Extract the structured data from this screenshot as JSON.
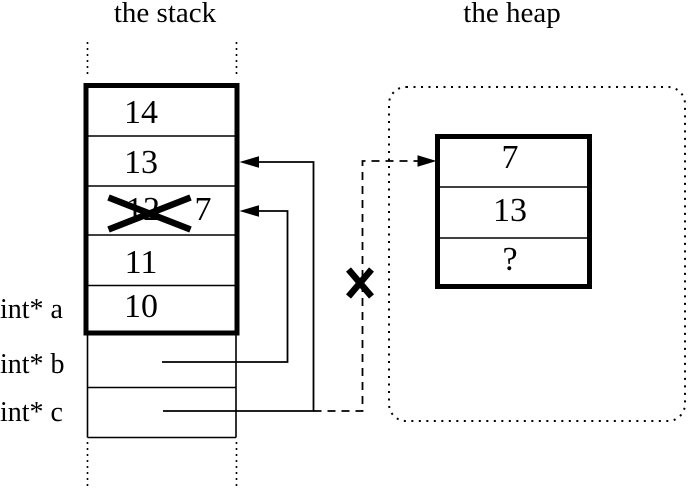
{
  "diagram": {
    "stack": {
      "title": "the stack",
      "cells": [
        {
          "value": "14"
        },
        {
          "value": "13"
        },
        {
          "old_value": "12",
          "new_value": "7",
          "crossed_out": true
        },
        {
          "value": "11"
        },
        {
          "value": "10"
        }
      ],
      "pointer_labels": [
        "int* a",
        "int* b",
        "int* c"
      ]
    },
    "heap": {
      "title": "the heap",
      "cells": [
        {
          "value": "7"
        },
        {
          "value": "13"
        },
        {
          "value": "?"
        }
      ]
    },
    "pointers": [
      {
        "from": "int* b",
        "to": "stack cell with new value 7 (over crossed-out 12)",
        "style": "solid"
      },
      {
        "from": "int* c",
        "to": "stack cell with 13",
        "style": "solid"
      },
      {
        "from": "int* c",
        "to": "heap block",
        "style": "dashed",
        "crossed_out": true
      }
    ],
    "icons": {
      "value_cross": "✕",
      "pointer_cross": "✕"
    },
    "colors": {
      "ink": "#000000",
      "background": "#ffffff"
    }
  }
}
